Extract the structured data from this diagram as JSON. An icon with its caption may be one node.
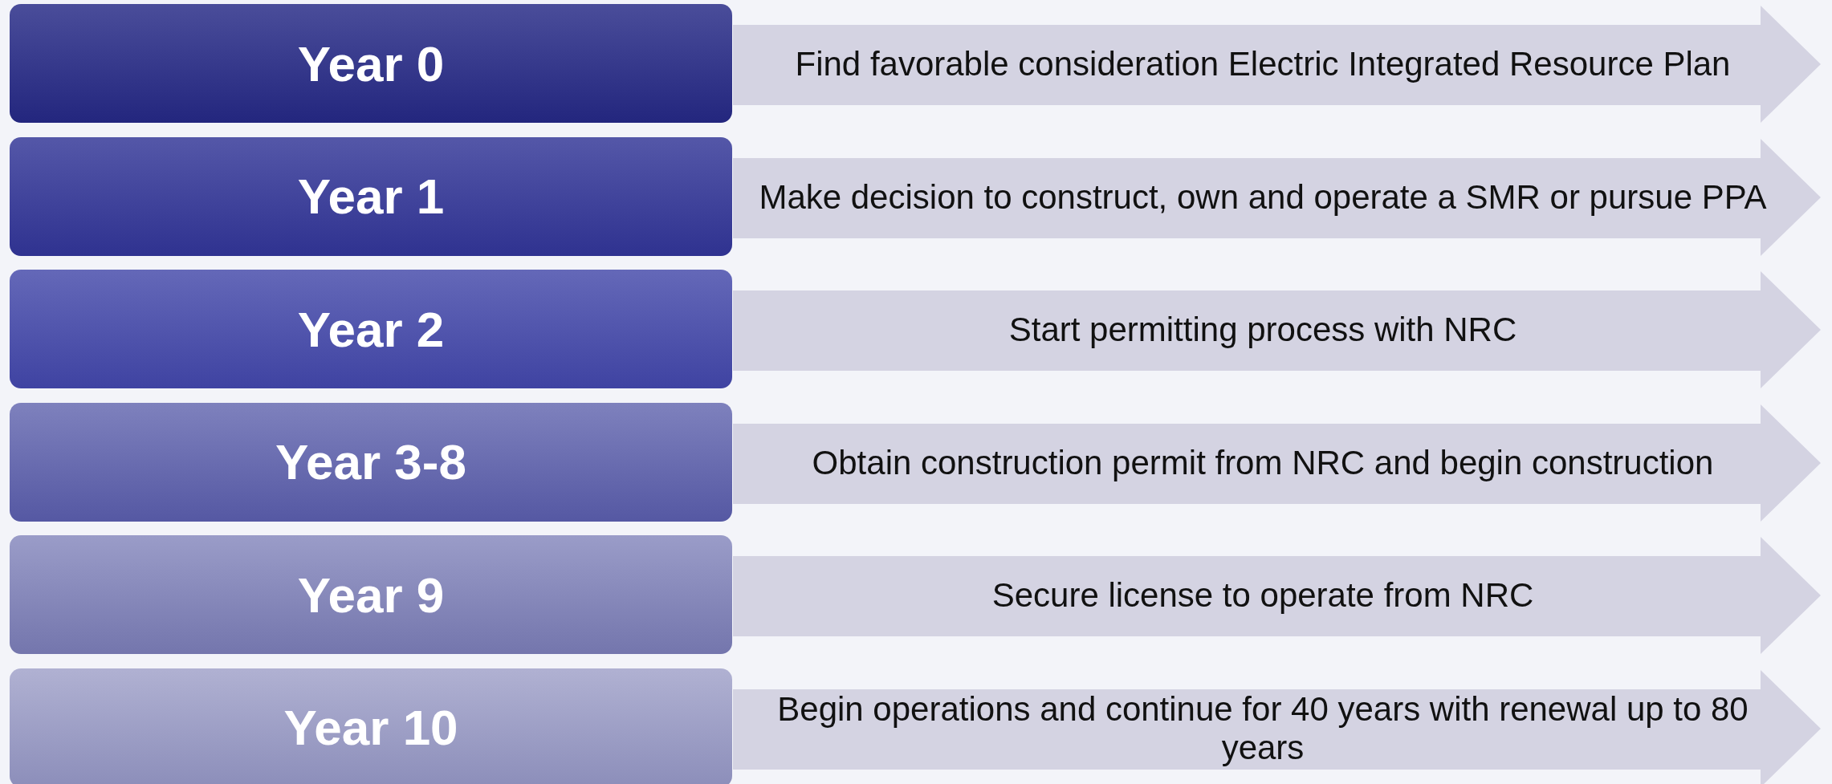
{
  "diagram": {
    "nodes": [
      {
        "text": [
          "Year 0"
        ]
      },
      {
        "text": [
          "Find favorable consideration Electric Integrated Resource Plan"
        ]
      },
      {
        "text": [
          "Year 1"
        ]
      },
      {
        "text": [
          "Make decision to construct, own and operate a SMR or pursue PPA"
        ]
      },
      {
        "text": [
          "Year 2"
        ]
      },
      {
        "text": [
          "Start permitting process with NRC"
        ]
      },
      {
        "text": [
          "Year 3-8"
        ]
      },
      {
        "text": [
          "Obtain construction permit from NRC and begin construction"
        ]
      },
      {
        "text": [
          "Year 9"
        ]
      },
      {
        "text": [
          "Secure license to operate from NRC"
        ]
      },
      {
        "text": [
          "Year 10"
        ]
      },
      {
        "text": [
          "Begin operations and continue for 40 years with renewal up to 80 years"
        ]
      }
    ]
  }
}
